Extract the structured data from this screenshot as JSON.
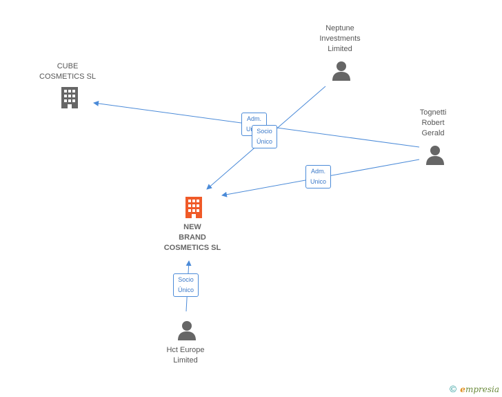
{
  "nodes": {
    "cube": {
      "label": "CUBE\nCOSMETICS SL",
      "icon": "building-icon"
    },
    "neptune": {
      "label": "Neptune\nInvestments\nLimited",
      "icon": "person-icon"
    },
    "tognetti": {
      "label": "Tognetti\nRobert\nGerald",
      "icon": "person-icon"
    },
    "newbrand": {
      "label": "NEW\nBRAND\nCOSMETICS SL",
      "icon": "building-icon",
      "color": "#f05a28"
    },
    "hct": {
      "label": "Hct Europe\nLimited",
      "icon": "person-icon"
    }
  },
  "edges": {
    "tognetti_cube": "Adm.\nUnico",
    "neptune_newbrand": "Socio\nÚnico",
    "tognetti_newbrand": "Adm.\nUnico",
    "hct_newbrand": "Socio\nÚnico"
  },
  "colors": {
    "edge": "#4a8ad8",
    "node_gray": "#666666",
    "main": "#f05a28"
  },
  "footer": {
    "copyright": "©",
    "brand_first": "e",
    "brand_rest": "mpresia"
  }
}
